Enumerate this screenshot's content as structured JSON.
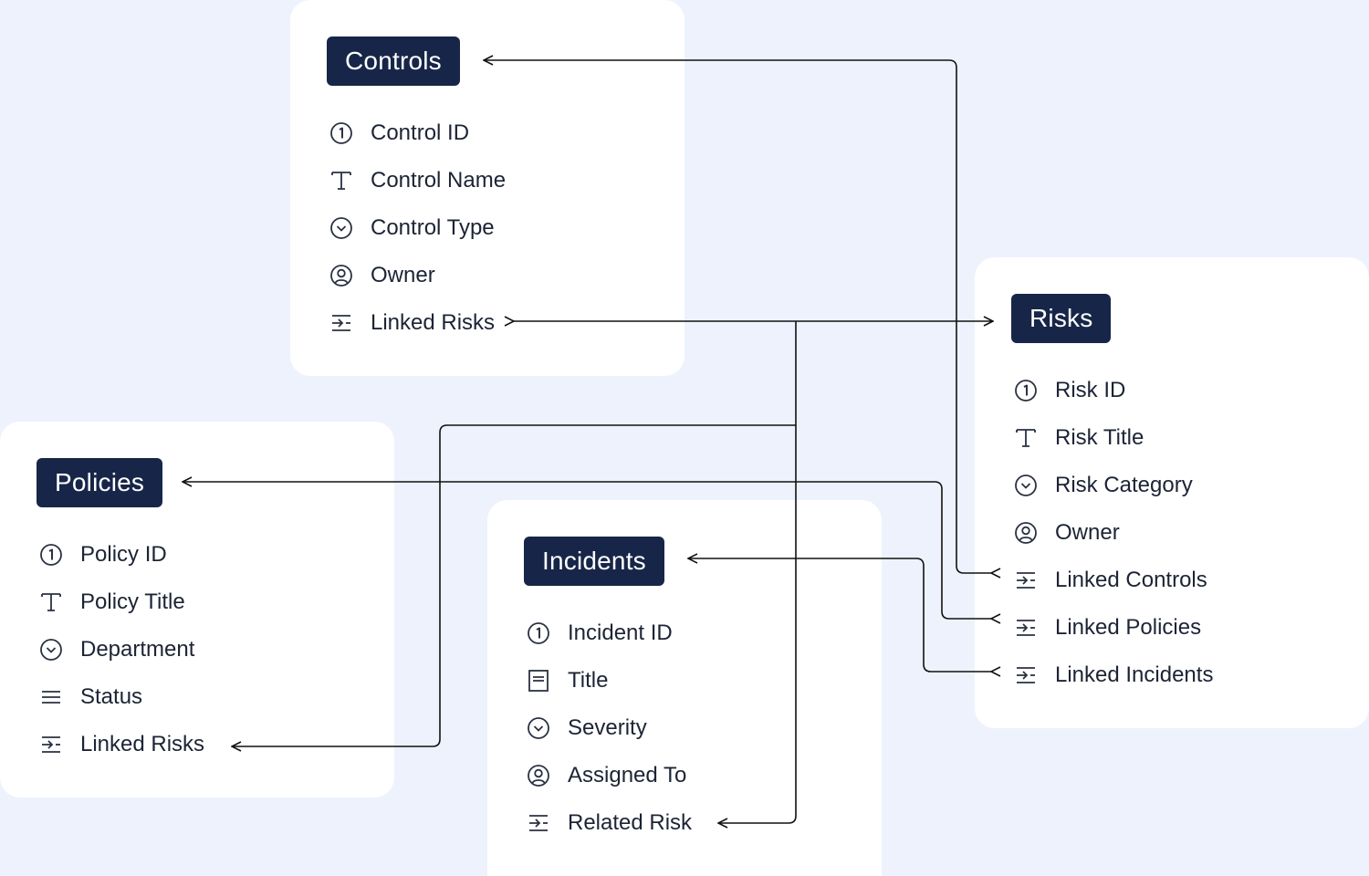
{
  "tables": {
    "controls": {
      "title": "Controls",
      "fields": [
        {
          "label": "Control ID",
          "icon": "id-number-icon"
        },
        {
          "label": "Control Name",
          "icon": "text-icon"
        },
        {
          "label": "Control Type",
          "icon": "dropdown-icon"
        },
        {
          "label": "Owner",
          "icon": "user-icon"
        },
        {
          "label": "Linked Risks",
          "icon": "link-field-icon"
        }
      ]
    },
    "risks": {
      "title": "Risks",
      "fields": [
        {
          "label": "Risk ID",
          "icon": "id-number-icon"
        },
        {
          "label": "Risk Title",
          "icon": "text-icon"
        },
        {
          "label": "Risk Category",
          "icon": "dropdown-icon"
        },
        {
          "label": "Owner",
          "icon": "user-icon"
        },
        {
          "label": "Linked Controls",
          "icon": "link-field-icon"
        },
        {
          "label": "Linked Policies",
          "icon": "link-field-icon"
        },
        {
          "label": "Linked Incidents",
          "icon": "link-field-icon"
        }
      ]
    },
    "policies": {
      "title": "Policies",
      "fields": [
        {
          "label": "Policy ID",
          "icon": "id-number-icon"
        },
        {
          "label": "Policy Title",
          "icon": "text-icon"
        },
        {
          "label": "Department",
          "icon": "dropdown-icon"
        },
        {
          "label": "Status",
          "icon": "list-icon"
        },
        {
          "label": "Linked Risks",
          "icon": "link-field-icon"
        }
      ]
    },
    "incidents": {
      "title": "Incidents",
      "fields": [
        {
          "label": "Incident ID",
          "icon": "id-number-icon"
        },
        {
          "label": "Title",
          "icon": "document-icon"
        },
        {
          "label": "Severity",
          "icon": "dropdown-icon"
        },
        {
          "label": "Assigned To",
          "icon": "user-icon"
        },
        {
          "label": "Related Risk",
          "icon": "link-field-icon"
        }
      ]
    }
  },
  "colors": {
    "background": "#eef2fd",
    "card": "#ffffff",
    "tag": "#172648",
    "text": "#1c2434",
    "line": "#111111"
  }
}
